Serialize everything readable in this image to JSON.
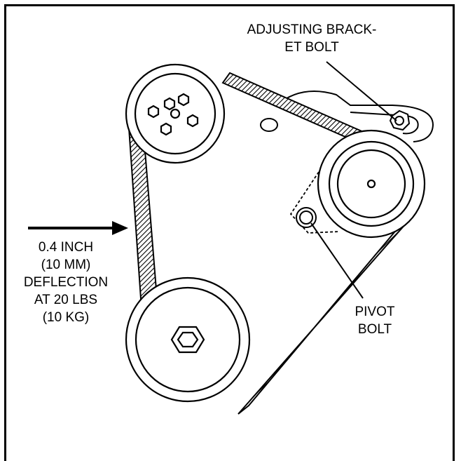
{
  "labels": {
    "adjusting_bracket_bolt": [
      "ADJUSTING BRACK-",
      "ET BOLT"
    ],
    "deflection": [
      "0.4 INCH",
      "(10 MM)",
      "DEFLECTION",
      "AT 20 LBS",
      "(10 KG)"
    ],
    "pivot_bolt": [
      "PIVOT",
      "BOLT"
    ]
  },
  "colors": {
    "line": "#000000",
    "belt_fill": "#cfcfcf",
    "background": "#ffffff"
  }
}
